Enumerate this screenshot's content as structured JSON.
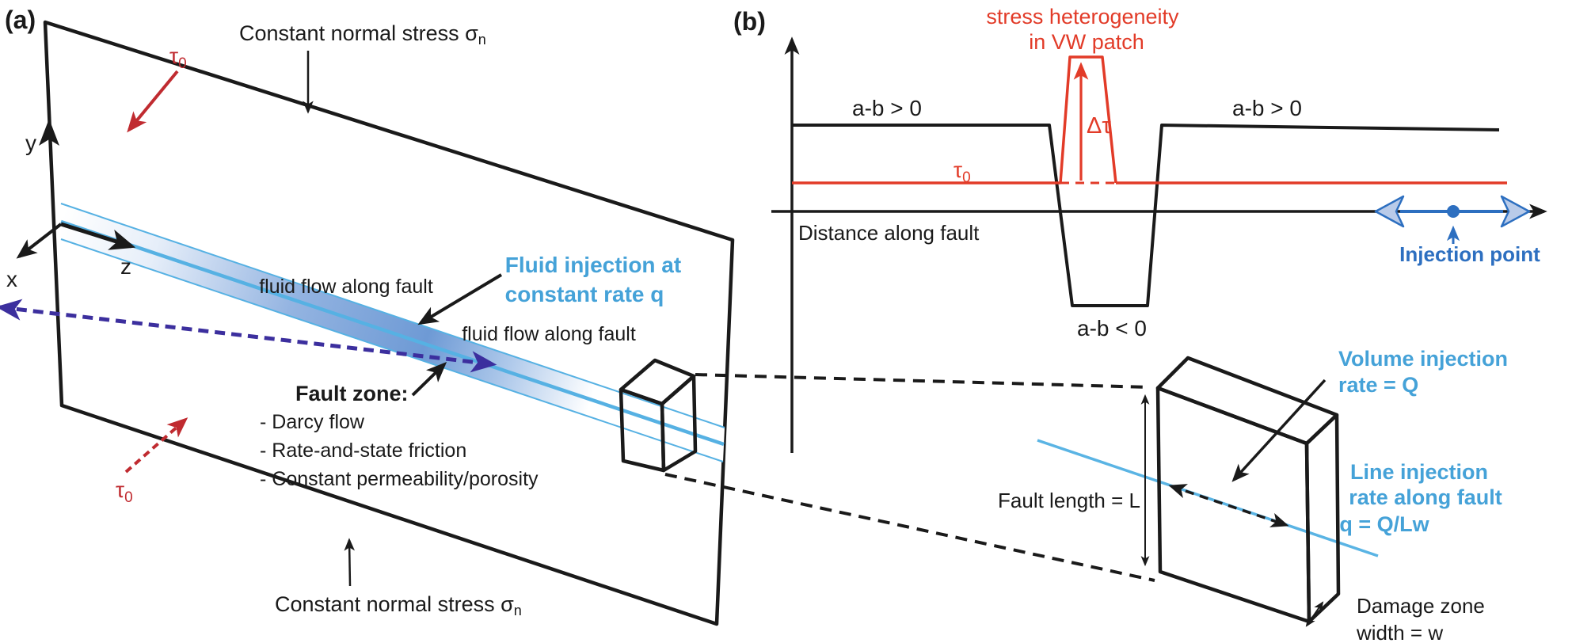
{
  "figure": {
    "type": "two-panel scientific schematic of fluid injection into a rate-and-state fault"
  },
  "colors": {
    "black": "#1a1a1a",
    "red_panel_a": "#c02b30",
    "red_panel_b": "#e23b28",
    "band_blue": "#56b1e3",
    "band_fill_peak": "#6e9ad5",
    "purple_flow": "#3c2f9e",
    "cyan_label": "#45a2d8",
    "royal_blue": "#2d6fc0"
  },
  "panel_a": {
    "label": "(a)",
    "top_normal_stress": {
      "text": "Constant normal stress σ",
      "sub": "n"
    },
    "bottom_normal_stress": {
      "text": "Constant normal stress σ",
      "sub": "n"
    },
    "tau_top": {
      "sym": "τ",
      "sub": "0"
    },
    "tau_bottom": {
      "sym": "τ",
      "sub": "0"
    },
    "axis_x": "x",
    "axis_y": "y",
    "axis_z": "z",
    "flow_label_upper": "fluid flow along fault",
    "flow_label_lower": "fluid flow along fault",
    "injection_label_line1": "Fluid injection at",
    "injection_label_line2": "constant rate q",
    "fault_zone_title": "Fault zone:",
    "fault_zone_items": [
      "- Darcy flow",
      "- Rate-and-state friction",
      "- Constant permeability/porosity"
    ]
  },
  "panel_b": {
    "label": "(b)",
    "heterogeneity_line1": "stress heterogeneity",
    "heterogeneity_line2": "in VW patch",
    "ab_positive_left": "a-b > 0",
    "ab_positive_right": "a-b > 0",
    "ab_negative": "a-b < 0",
    "delta_tau": "Δτ",
    "tau0": {
      "sym": "τ",
      "sub": "0"
    },
    "xaxis_label": "Distance along fault",
    "injection_point_label": "Injection point"
  },
  "block": {
    "fault_length_label": "Fault length = L",
    "volume_injection_line1": "Volume injection",
    "volume_injection_line2": "rate = Q",
    "line_injection_line1": "Line injection",
    "line_injection_line2": "rate along fault",
    "line_injection_line3": "q = Q/Lw",
    "damage_zone_line1": "Damage zone",
    "damage_zone_line2": "width = w"
  }
}
